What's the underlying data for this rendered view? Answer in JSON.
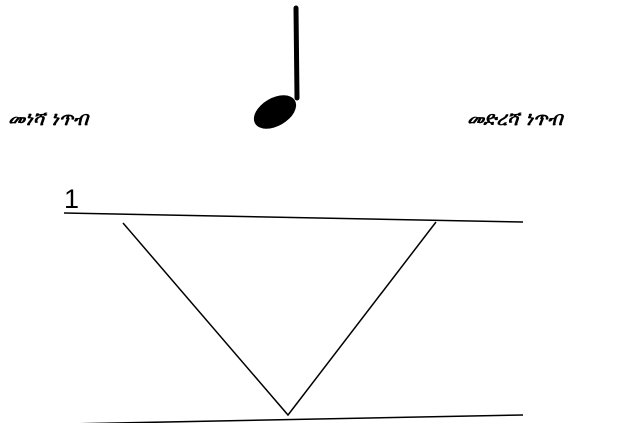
{
  "labels": {
    "start_point": "መነሻ ነጥብ",
    "end_point": "መድረሻ ነጥብ",
    "line_number": "1"
  },
  "icons": {
    "note": "quarter-note-icon"
  },
  "colors": {
    "ink": "#000000",
    "background": "#ffffff"
  }
}
